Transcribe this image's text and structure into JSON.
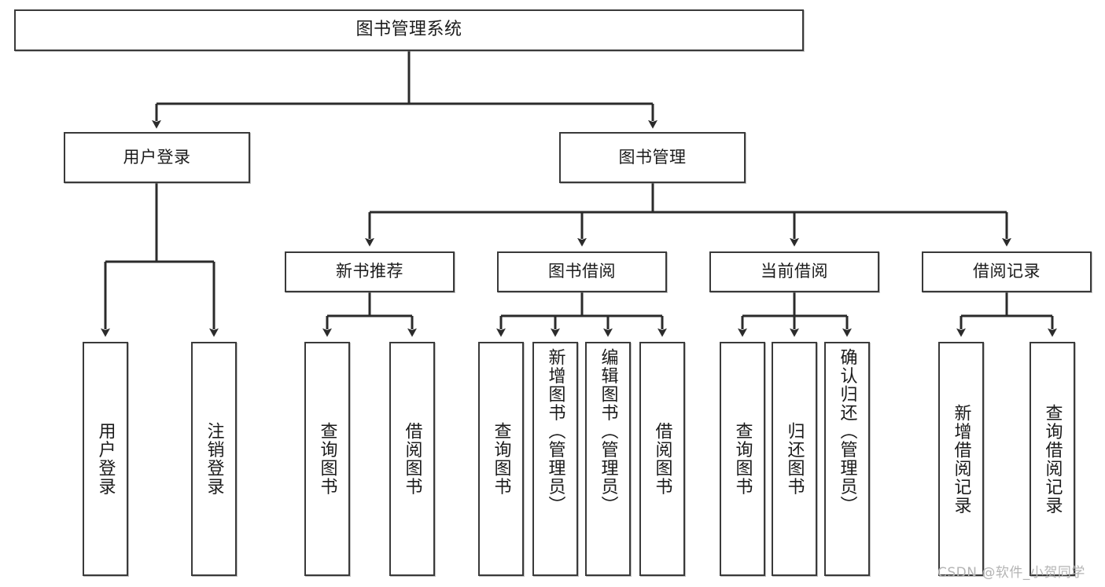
{
  "diagram": {
    "title_box": {
      "label": "图书管理系统"
    },
    "level2": [
      {
        "id": "user-login",
        "label": "用户登录"
      },
      {
        "id": "book-manage",
        "label": "图书管理"
      }
    ],
    "level3": [
      {
        "id": "new-book-recommend",
        "label": "新书推荐"
      },
      {
        "id": "book-borrow",
        "label": "图书借阅"
      },
      {
        "id": "current-borrow",
        "label": "当前借阅"
      },
      {
        "id": "borrow-record",
        "label": "借阅记录"
      }
    ],
    "leaves": {
      "user_login": [
        {
          "id": "leaf-user-login",
          "label": "用户登录"
        },
        {
          "id": "leaf-logout-login",
          "label": "注销登录"
        }
      ],
      "new_book_recommend": [
        {
          "id": "leaf-query-book-1",
          "label": "查询图书"
        },
        {
          "id": "leaf-borrow-book-1",
          "label": "借阅图书"
        }
      ],
      "book_borrow": [
        {
          "id": "leaf-query-book-2",
          "label": "查询图书"
        },
        {
          "id": "leaf-add-book",
          "label": "新增图书（管理员）"
        },
        {
          "id": "leaf-edit-book",
          "label": "编辑图书（管理员）"
        },
        {
          "id": "leaf-borrow-book-2",
          "label": "借阅图书"
        }
      ],
      "current_borrow": [
        {
          "id": "leaf-query-book-3",
          "label": "查询图书"
        },
        {
          "id": "leaf-return-book",
          "label": "归还图书"
        },
        {
          "id": "leaf-confirm-return",
          "label": "确认归还（管理员）"
        }
      ],
      "borrow_record": [
        {
          "id": "leaf-add-borrow-record",
          "label": "新增借阅记录"
        },
        {
          "id": "leaf-query-borrow-record",
          "label": "查询借阅记录"
        }
      ]
    }
  },
  "watermark": {
    "text": "CSDN @软件_小贺同学"
  },
  "colors": {
    "box_border": "#3a3a3a",
    "box_fill": "#ffffff",
    "line": "#2b2b2b",
    "text": "#1b1b1b",
    "watermark": "#b4b4b4"
  }
}
